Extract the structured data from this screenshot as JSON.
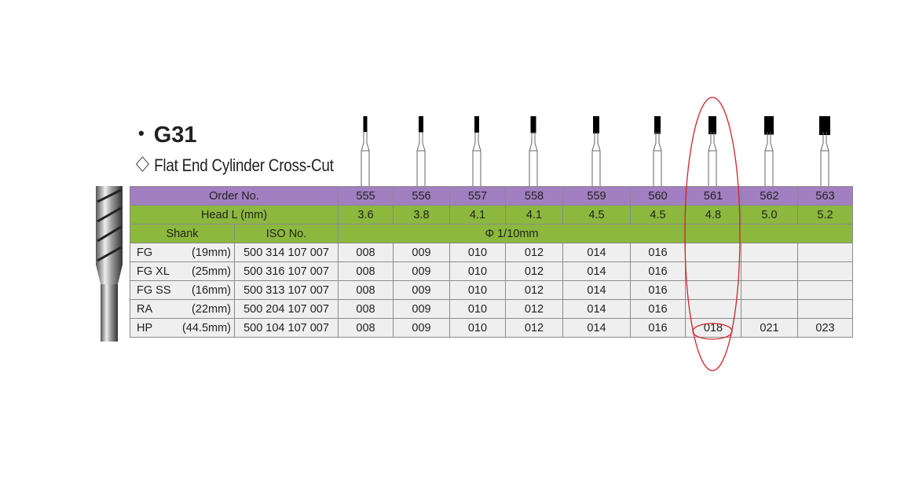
{
  "title": "G31",
  "subtitle": "Flat End Cylinder Cross-Cut",
  "table": {
    "order_label": "Order No.",
    "head_label": "Head L (mm)",
    "shank_label": "Shank",
    "iso_label": "ISO No.",
    "diameter_label": "Φ 1/10mm",
    "order_numbers": [
      "555",
      "556",
      "557",
      "558",
      "559",
      "560",
      "561",
      "562",
      "563"
    ],
    "head_lengths": [
      "3.6",
      "3.8",
      "4.1",
      "4.1",
      "4.5",
      "4.5",
      "4.8",
      "5.0",
      "5.2"
    ],
    "rows": [
      {
        "shank": "FG",
        "length": "(19mm)",
        "iso": "500 314 107 007",
        "sizes": [
          "008",
          "009",
          "010",
          "012",
          "014",
          "016",
          "",
          "",
          ""
        ]
      },
      {
        "shank": "FG XL",
        "length": "(25mm)",
        "iso": "500 316 107 007",
        "sizes": [
          "008",
          "009",
          "010",
          "012",
          "014",
          "016",
          "",
          "",
          ""
        ]
      },
      {
        "shank": "FG SS",
        "length": "(16mm)",
        "iso": "500 313 107 007",
        "sizes": [
          "008",
          "009",
          "010",
          "012",
          "014",
          "016",
          "",
          "",
          ""
        ]
      },
      {
        "shank": "RA",
        "length": "(22mm)",
        "iso": "500 204 107 007",
        "sizes": [
          "008",
          "009",
          "010",
          "012",
          "014",
          "016",
          "",
          "",
          ""
        ]
      },
      {
        "shank": "HP",
        "length": "(44.5mm)",
        "iso": "500 104 107 007",
        "sizes": [
          "008",
          "009",
          "010",
          "012",
          "014",
          "016",
          "018",
          "021",
          "023"
        ]
      }
    ]
  },
  "colors": {
    "purple": "#a27fc0",
    "green": "#8cb83e",
    "annotation": "#d0242b"
  }
}
